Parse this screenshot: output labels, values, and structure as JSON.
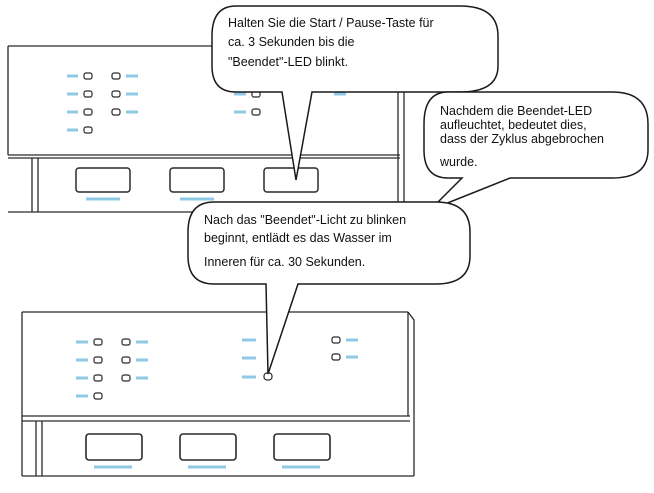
{
  "callouts": {
    "hold_button": {
      "lines": [
        "Halten Sie die Start / Pause-Taste für",
        "ca. 3 Sekunden bis die",
        "\"Beendet\"-LED blinkt."
      ]
    },
    "led_lit": {
      "lines": [
        "Nachdem die Beendet-LED",
        "aufleuchtet, bedeutet dies,",
        "dass der Zyklus abgebrochen",
        "wurde."
      ]
    },
    "drain": {
      "lines": [
        "Nach das \"Beendet\"-Licht zu blinken",
        "beginnt, entlädt es das Wasser im",
        "Inneren für ca. 30 Sekunden."
      ]
    }
  },
  "colors": {
    "outline": "#2a2a2a",
    "indicator_bar": "#8fc9e3",
    "background": "#ffffff"
  }
}
